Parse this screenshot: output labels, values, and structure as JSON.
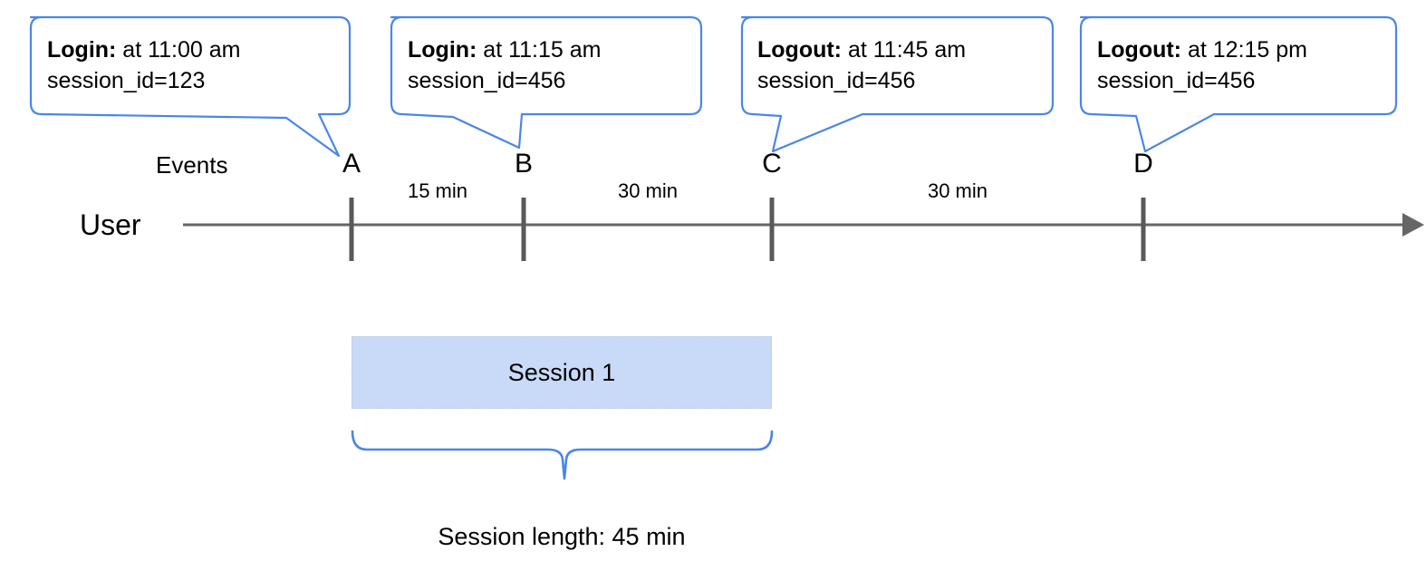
{
  "diagram": {
    "title_caption": "Session length: 45 min",
    "accent_blue": "#4a86e8",
    "axis_gray": "#666666",
    "tick_gray": "#595959",
    "session_fill": "#c9daf8"
  },
  "lanes": {
    "events_label": "Events",
    "user_label": "User"
  },
  "callouts": [
    {
      "kind": "Login:",
      "detail": " at 11:00 am",
      "meta": "session_id=123"
    },
    {
      "kind": "Login:",
      "detail": " at 11:15 am",
      "meta": "session_id=456"
    },
    {
      "kind": "Logout:",
      "detail": " at 11:45 am",
      "meta": "session_id=456"
    },
    {
      "kind": "Logout:",
      "detail": " at 12:15 pm",
      "meta": "session_id=456"
    }
  ],
  "markers": [
    {
      "label": "A"
    },
    {
      "label": "B"
    },
    {
      "label": "C"
    },
    {
      "label": "D"
    }
  ],
  "intervals": [
    {
      "label": "15 min"
    },
    {
      "label": "30 min"
    },
    {
      "label": "30 min"
    }
  ],
  "session": {
    "bar_label": "Session 1",
    "length_caption": "Session length: 45 min"
  }
}
